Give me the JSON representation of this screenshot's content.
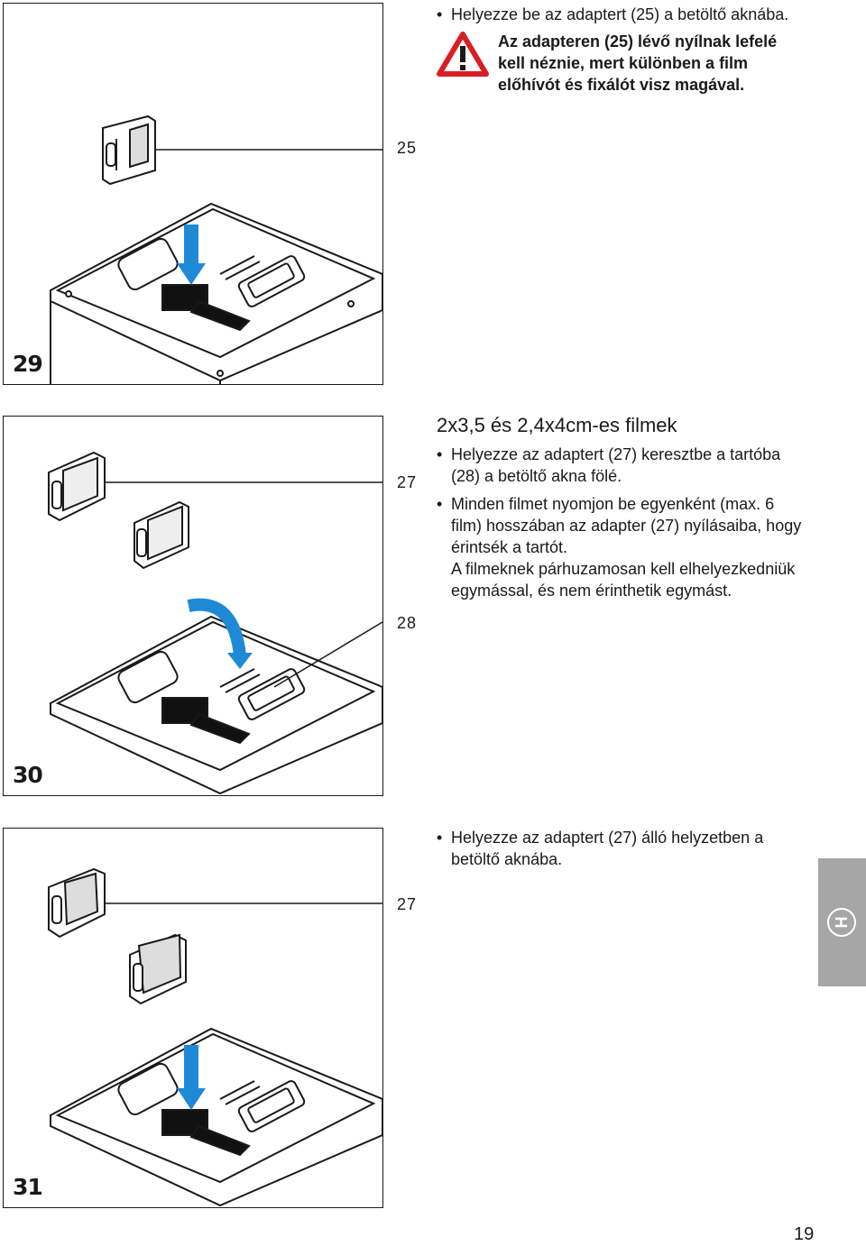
{
  "figures": [
    {
      "number": "29",
      "callouts": [
        "25"
      ]
    },
    {
      "number": "30",
      "callouts": [
        "27",
        "28"
      ]
    },
    {
      "number": "31",
      "callouts": [
        "27"
      ]
    }
  ],
  "section1": {
    "bullet": "Helyezze be az adaptert (25) a betöltő aknába.",
    "warning_icon": "warning-triangle-icon",
    "warning_lines": [
      "Az adapteren (25) lévő nyílnak lefelé",
      "kell néznie, mert különben a film",
      "előhívót és  fixálót visz magával."
    ]
  },
  "section2": {
    "heading": "2x3,5 és 2,4x4cm-es filmek",
    "bullet1_lines": [
      "Helyezze az adaptert (27) keresztbe a tartóba",
      "(28) a betöltő akna fölé."
    ],
    "bullet2_lines": [
      "Minden filmet nyomjon be egyenként (max. 6",
      "film) hosszában az adapter (27) nyílásaiba, hogy",
      "érintsék a tartót.",
      "A filmeknek párhuzamosan kell elhelyezkedniük",
      "egymással, és nem érinthetik egymást."
    ]
  },
  "section3": {
    "bullet_lines": [
      "Helyezze az adaptert (27) álló helyzetben a",
      "betöltő aknába."
    ]
  },
  "side_tab": {
    "letter": "H"
  },
  "page_number": "19",
  "colors": {
    "arrow_blue": "#1e8ad6",
    "warning_red": "#d91f26",
    "tab_gray": "#a6a6a6"
  }
}
